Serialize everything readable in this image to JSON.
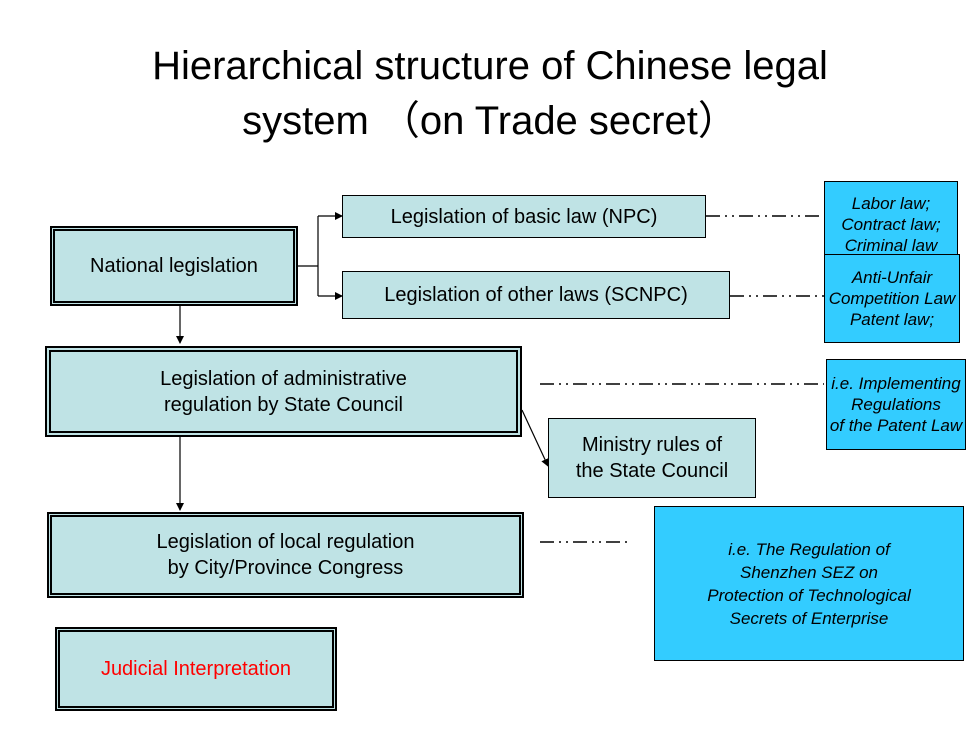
{
  "title": {
    "line1": "Hierarchical structure of Chinese legal",
    "line2": "system （on Trade secret）"
  },
  "boxes": {
    "national": "National legislation",
    "basic_law": "Legislation of basic law (NPC)",
    "other_laws": "Legislation of other laws (SCNPC)",
    "admin_line1": "Legislation of administrative",
    "admin_line2": "regulation by State Council",
    "ministry_line1": "Ministry rules of",
    "ministry_line2": "the State Council",
    "local_line1": "Legislation of local regulation",
    "local_line2": "by City/Province Congress",
    "judicial": "Judicial Interpretation"
  },
  "notes": {
    "basic": [
      "Labor law;",
      "Contract law;",
      "Criminal law"
    ],
    "other": [
      "Anti-Unfair",
      "Competition Law",
      "Patent law;"
    ],
    "admin": [
      "i.e. Implementing",
      "Regulations",
      "of the Patent Law"
    ],
    "local": [
      "i.e. The Regulation of",
      "Shenzhen SEZ on",
      "Protection of Technological",
      "Secrets of Enterprise"
    ]
  },
  "colors": {
    "box_fill": "#bfe3e5",
    "note_fill": "#33ccff",
    "judicial_text": "#ff0000"
  }
}
